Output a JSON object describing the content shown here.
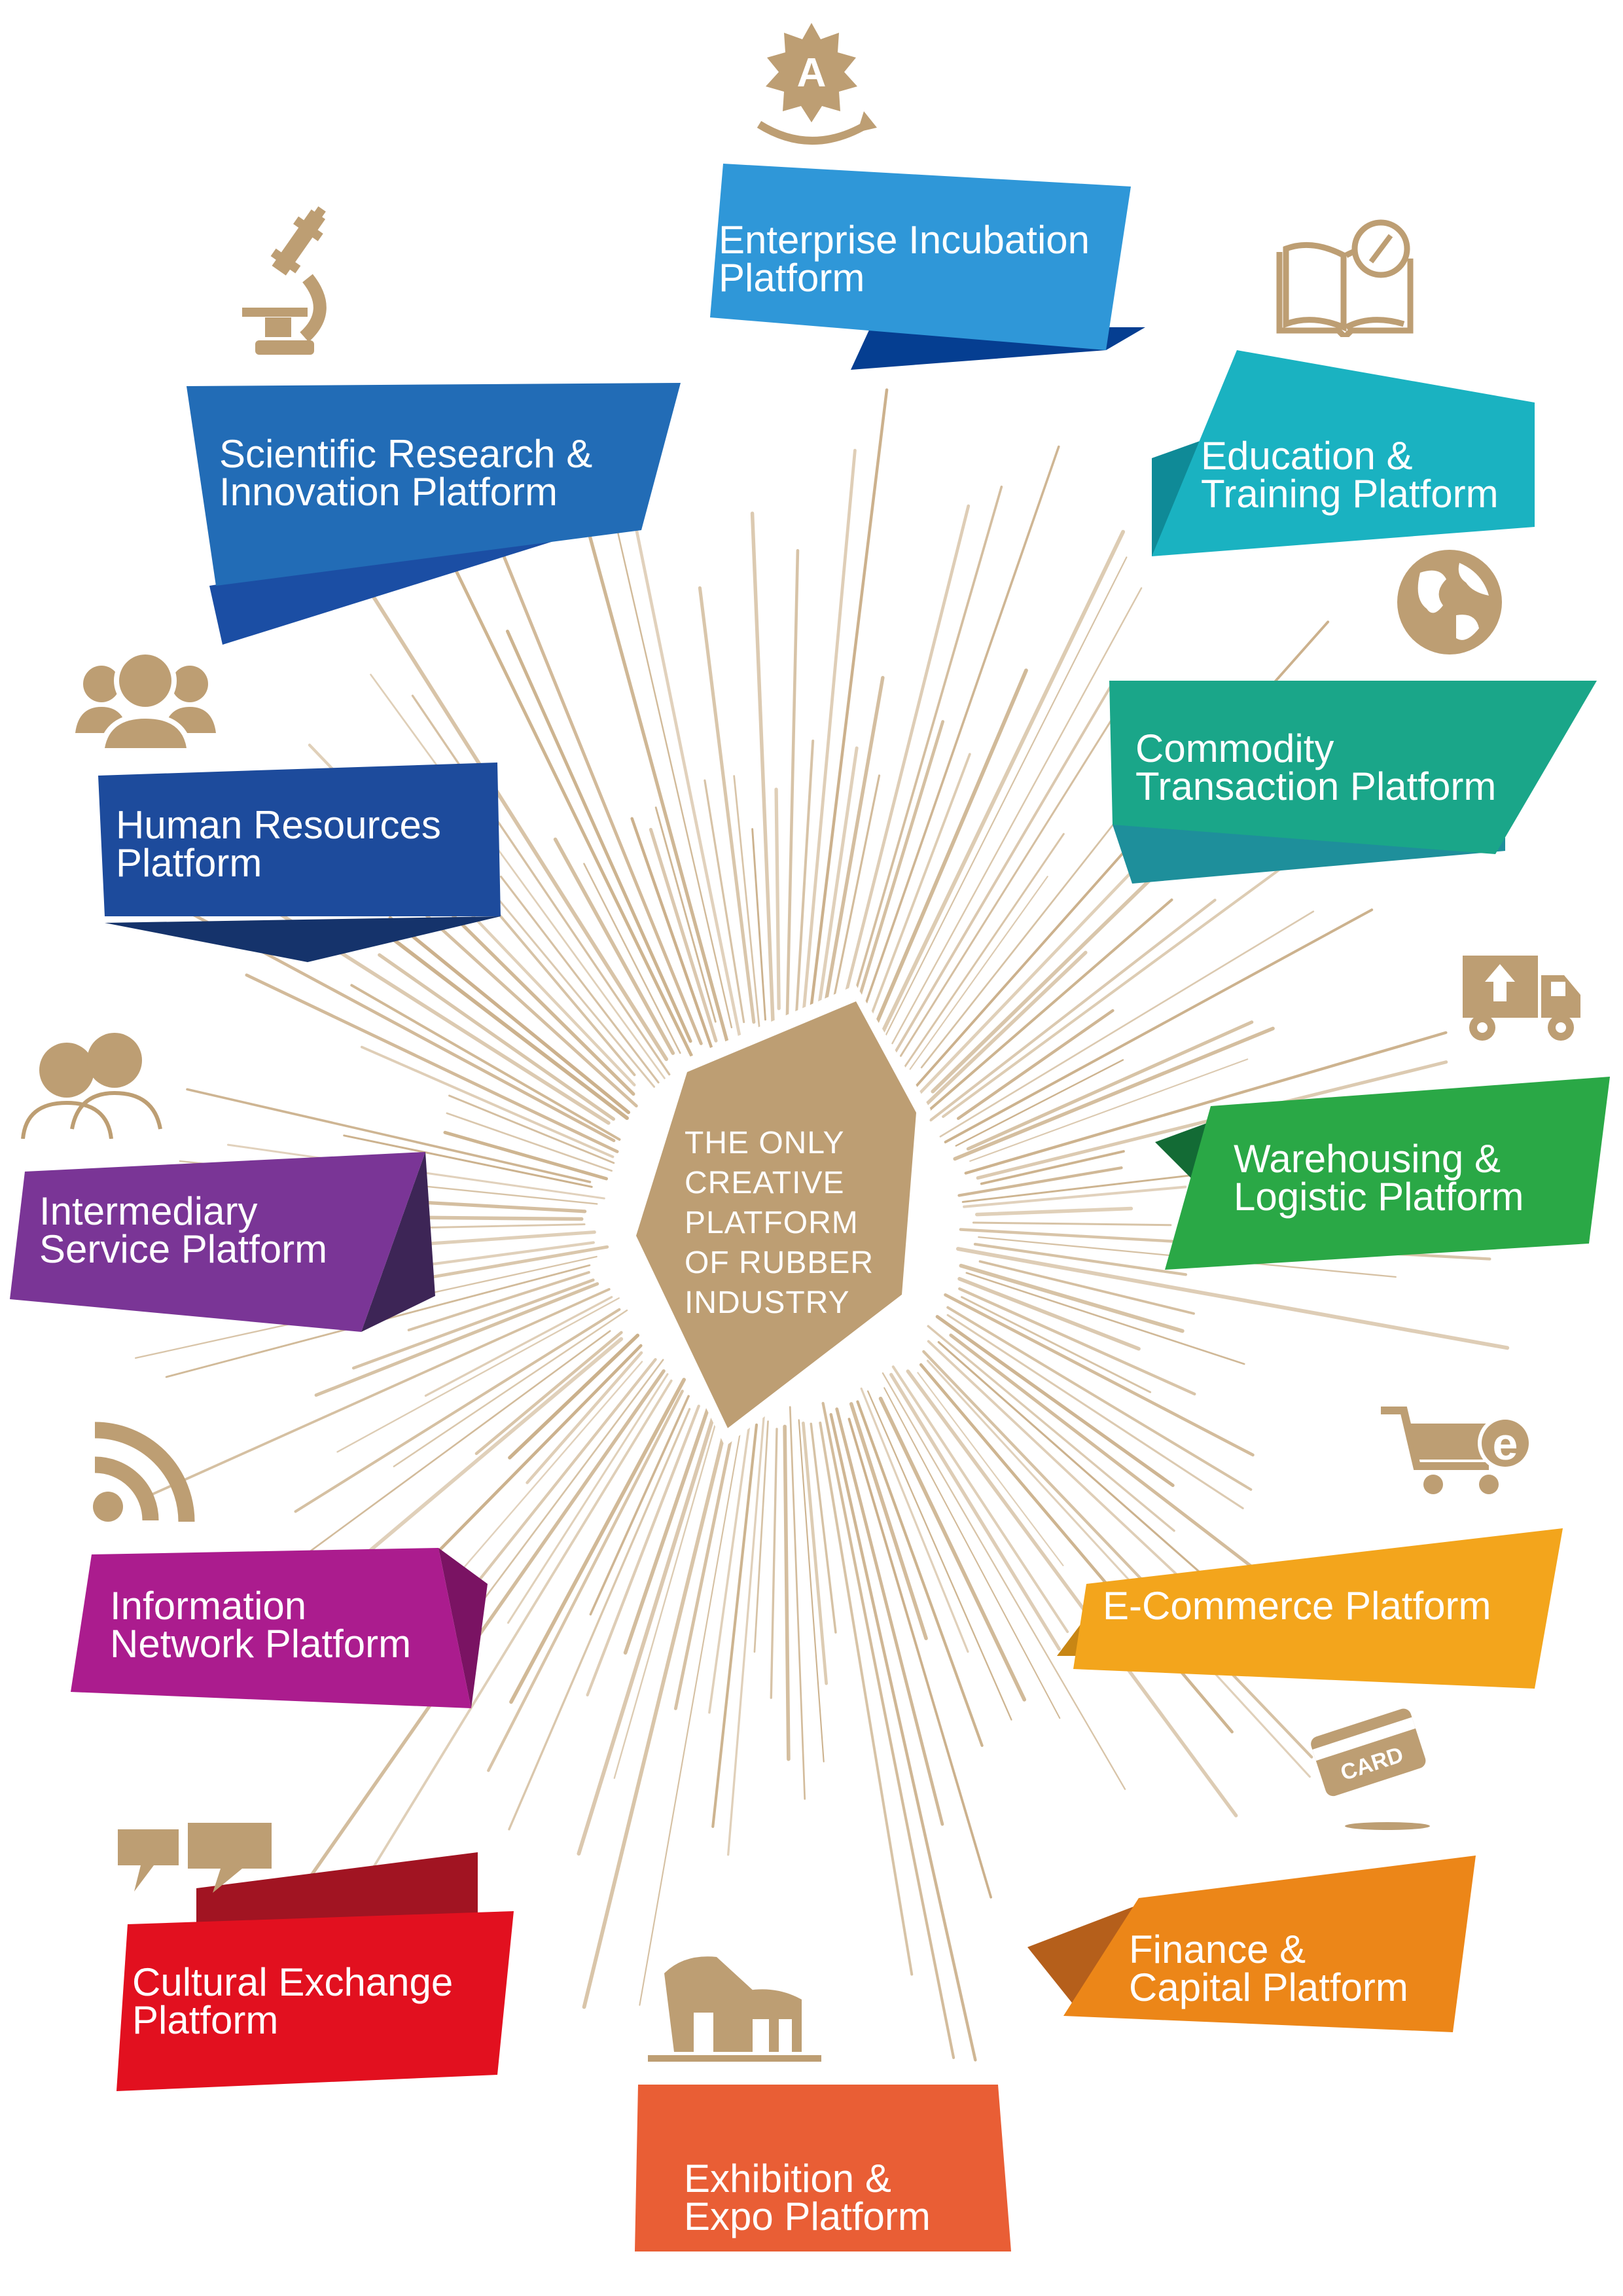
{
  "center": {
    "lines": [
      "THE ONLY",
      "CREATIVE",
      "PLATFORM",
      "OF RUBBER",
      "INDUSTRY"
    ]
  },
  "platforms": [
    {
      "line1": "Enterprise Incubation",
      "line2": "Platform",
      "color": "#2f97d8",
      "fold": "#053e91",
      "icon": "award-icon"
    },
    {
      "line1": "Education &",
      "line2": "Training Platform",
      "color": "#1ab2c1",
      "fold": "#0f8a97",
      "icon": "book-clock-icon"
    },
    {
      "line1": "Commodity",
      "line2": "Transaction Platform",
      "color": "#1aa689",
      "fold": "#1e8f9b",
      "icon": "globe-icon"
    },
    {
      "line1": "Warehousing &",
      "line2": "Logistic Platform",
      "color": "#2aa846",
      "fold": "#136b35",
      "icon": "truck-icon"
    },
    {
      "line1": "E-Commerce Platform",
      "line2": "",
      "color": "#f3a51c",
      "fold": "#c88614",
      "icon": "shopping-cart-icon"
    },
    {
      "line1": "Finance &",
      "line2": "Capital Platform",
      "color": "#ec8618",
      "fold": "#b55f1b",
      "icon": "credit-card-icon"
    },
    {
      "line1": "Exhibition &",
      "line2": "Expo Platform",
      "color": "#e95e35",
      "fold": "#943627",
      "icon": "expo-building-icon"
    },
    {
      "line1": "Cultural Exchange",
      "line2": "Platform",
      "color": "#e2101f",
      "fold": "#a11422",
      "icon": "speech-bubbles-icon"
    },
    {
      "line1": "Information",
      "line2": "Network Platform",
      "color": "#ab1c8e",
      "fold": "#7a1363",
      "icon": "rss-feed-icon"
    },
    {
      "line1": "Intermediary",
      "line2": "Service Platform",
      "color": "#7a3596",
      "fold": "#3d2556",
      "icon": "business-people-icon"
    },
    {
      "line1": "Human Resources",
      "line2": "Platform",
      "color": "#1d4b9c",
      "fold": "#15336b",
      "icon": "people-group-icon"
    },
    {
      "line1": "Scientific Research &",
      "line2": "Innovation Platform",
      "color": "#226cb6",
      "fold": "#1b4ea4",
      "icon": "microscope-icon"
    }
  ],
  "colors": {
    "gold": "#bd9e73",
    "ray": "#c9ad86"
  }
}
